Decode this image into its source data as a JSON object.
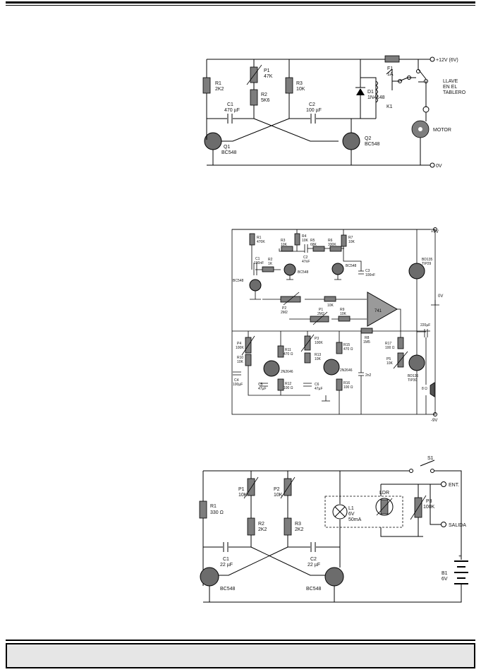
{
  "circuit1": {
    "r1": [
      "R1",
      "2K2"
    ],
    "p1": [
      "P1",
      "47K"
    ],
    "r2": [
      "R2",
      "5K6"
    ],
    "r3": [
      "R3",
      "10K"
    ],
    "c1": [
      "C1",
      "470 µF"
    ],
    "c2": [
      "C2",
      "100 µF"
    ],
    "d1": [
      "D1",
      "1N4148"
    ],
    "f1": [
      "F1",
      "1A"
    ],
    "k1": "K1",
    "q1": [
      "Q1",
      "BC548"
    ],
    "q2": [
      "Q2",
      "BC548"
    ],
    "supply": "+12V (6V)",
    "ground": "0V",
    "switch": [
      "LLAVE",
      "EN EL",
      "TABLERO"
    ],
    "motor": "MOTOR"
  },
  "circuit2": {
    "r1": [
      "R1",
      "470K"
    ],
    "c1": [
      "C1",
      "100nF"
    ],
    "r2": [
      "R2",
      "1K"
    ],
    "r3": [
      "R3",
      "10K"
    ],
    "r4": [
      "R4",
      "10K"
    ],
    "c2": [
      "C2",
      "47nF"
    ],
    "r5": [
      "R5",
      "68K"
    ],
    "r6": [
      "R6",
      "330K"
    ],
    "r7": [
      "R7",
      "10K"
    ],
    "c3": [
      "C3",
      "100nF"
    ],
    "q_a": "BC548",
    "q_b": "BC548",
    "q_c": "BC548",
    "p2": [
      "P2",
      "2M2"
    ],
    "r_10k_a": "10K",
    "p1": [
      "P1",
      "2M2"
    ],
    "r9": [
      "R9",
      "10K"
    ],
    "r8": [
      "R8",
      "1M5"
    ],
    "opamp": "741",
    "p4": [
      "P4",
      "100K"
    ],
    "r10": [
      "R10",
      "10K"
    ],
    "c4": [
      "C4",
      "100µF"
    ],
    "r11": [
      "R11",
      "470 Ω"
    ],
    "c5": [
      "C5",
      "47µF"
    ],
    "r12": [
      "R12",
      "100 Ω"
    ],
    "p3": [
      "P3",
      "100K"
    ],
    "r13": [
      "R13",
      "10K"
    ],
    "c6": [
      "C6",
      "47µF"
    ],
    "r15": [
      "R15",
      "470 Ω"
    ],
    "r16": [
      "R16",
      "100 Ω"
    ],
    "c_2n2": "2n2",
    "ujt1": "2N2646",
    "ujt2": "2N2646",
    "r17": [
      "R17",
      "100 Ω"
    ],
    "p5": [
      "P5",
      "10K"
    ],
    "q_top": [
      "BD135",
      "TIP29"
    ],
    "q_bot": [
      "BD136",
      "TIP30"
    ],
    "c_out": "220µF",
    "speaker": "8 Ω",
    "vpos": "+9V",
    "vzero": "0V",
    "vneg": "-9V"
  },
  "circuit3": {
    "s1": "S1",
    "r1": [
      "R1",
      "330 Ω"
    ],
    "p1": [
      "P1",
      "10K"
    ],
    "p2": [
      "P2",
      "10K"
    ],
    "r2": [
      "R2",
      "2K2"
    ],
    "r3": [
      "R3",
      "2K2"
    ],
    "c1": [
      "C1",
      "22 µF"
    ],
    "c2": [
      "C2",
      "22 µF"
    ],
    "q1": "BC548",
    "q2": "BC548",
    "l1": [
      "L1",
      "6V",
      "50mA"
    ],
    "ldr": "LDR",
    "p3": [
      "P3",
      "100K"
    ],
    "ent": "ENT.",
    "salida": "SALIDA",
    "b1": [
      "B1",
      "6V"
    ]
  }
}
